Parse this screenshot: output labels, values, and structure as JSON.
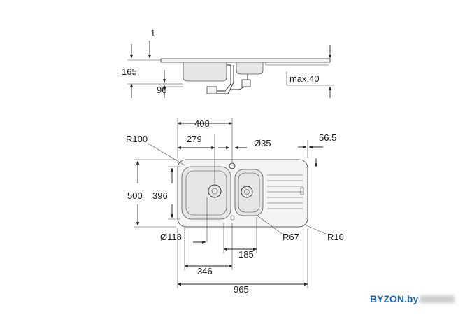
{
  "side_view": {
    "labels": {
      "thickness": "1",
      "height": "165",
      "depth": "96",
      "max_cabinet": "max.40"
    }
  },
  "top_view": {
    "labels": {
      "bowls_span": "408",
      "small_offset": "279",
      "radius_outer": "R100",
      "tap_hole": "Ø35",
      "drainer_offset": "56.5",
      "width": "500",
      "bowl_depth": "396",
      "waste": "Ø118",
      "radius_bowl": "R67",
      "radius_corner": "R10",
      "small_bowl": "185",
      "large_bowl": "346",
      "length": "965"
    }
  },
  "watermark": {
    "text": "BYZON.by",
    "color": "#1565c0"
  }
}
